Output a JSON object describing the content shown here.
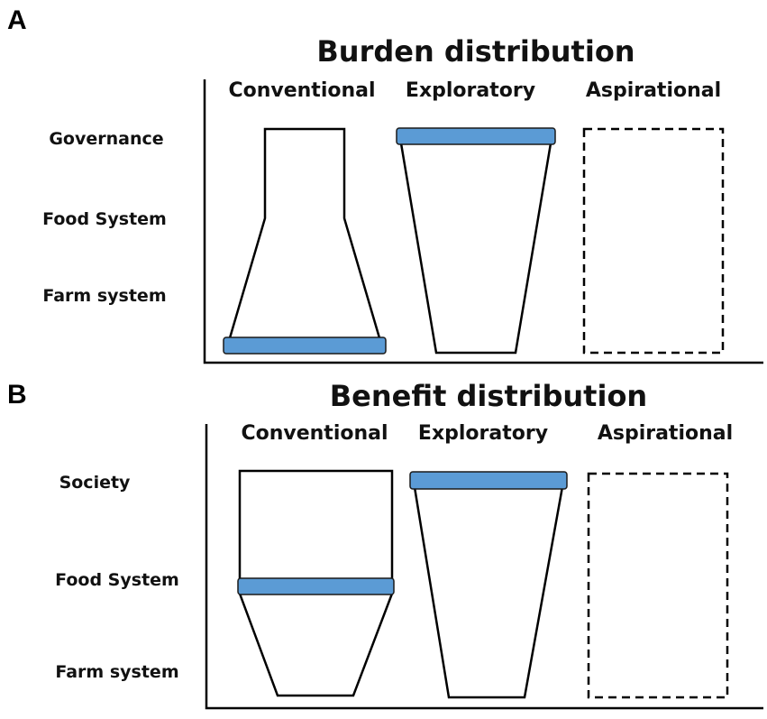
{
  "colors": {
    "band_fill": "#5b9bd5",
    "outline": "#000000",
    "background": "#ffffff"
  },
  "panel_a": {
    "letter": "A",
    "title": "Burden distribution",
    "columns": [
      "Conventional",
      "Exploratory",
      "Aspirational"
    ],
    "rows": [
      "Governance",
      "Food System",
      "Farm system"
    ]
  },
  "panel_b": {
    "letter": "B",
    "title": "Benefit distribution",
    "columns": [
      "Conventional",
      "Exploratory",
      "Aspirational"
    ],
    "rows": [
      "Society",
      "Food System",
      "Farm system"
    ]
  }
}
